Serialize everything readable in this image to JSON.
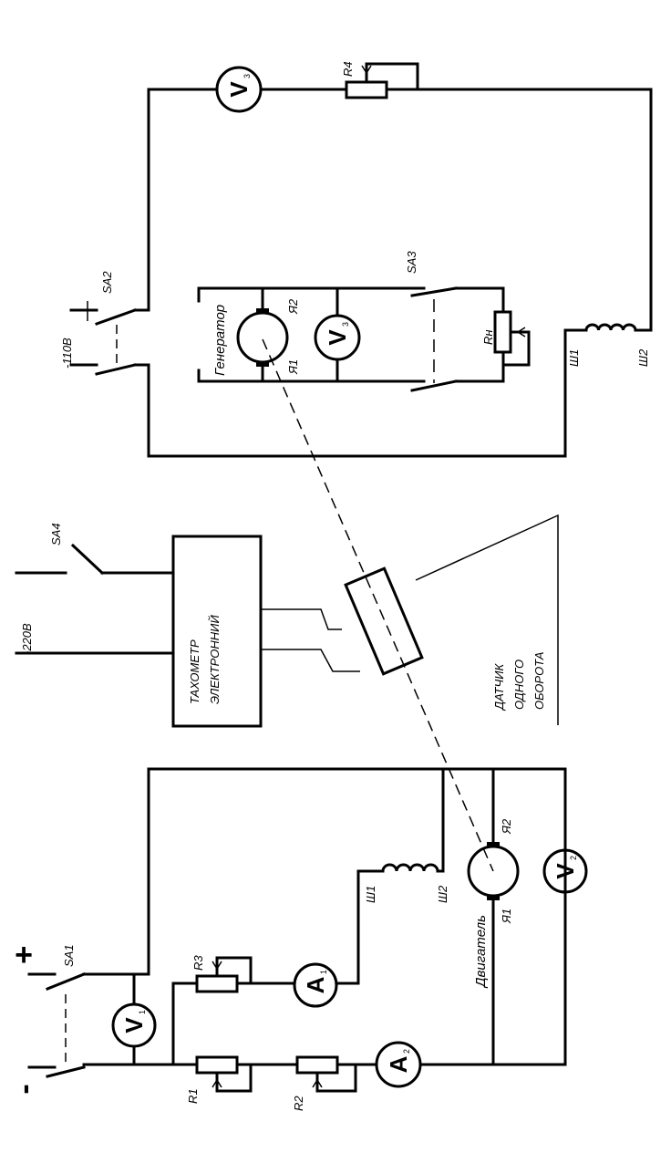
{
  "motor_circuit": {
    "plus_sign": "+",
    "minus_sign": "-",
    "switch": "SA1",
    "voltmeter_v1": {
      "symbol": "V",
      "index": "1"
    },
    "ammeter_a1": {
      "symbol": "A",
      "index": "1"
    },
    "ammeter_a2": {
      "symbol": "A",
      "index": "2"
    },
    "voltmeter_v2": {
      "symbol": "V",
      "index": "2"
    },
    "resistor_r1": "R1",
    "resistor_r2": "R2",
    "resistor_r3": "R3",
    "field_w1": "Ш1",
    "field_w2": "Ш2",
    "motor_label": "Двигатель",
    "armature_y1": "Я1",
    "armature_y2": "Я2"
  },
  "tachometer": {
    "supply_label": "-220В",
    "switch": "SA4",
    "line1": "ТАХОМЕТР",
    "line2": "ЭЛЕКТРОННИЙ"
  },
  "sensor": {
    "line1": "ДАТЧИК",
    "line2": "ОДНОГО",
    "line3": "ОБОРОТА"
  },
  "generator_circuit": {
    "supply_label": "-110В",
    "switch_main": "SA2",
    "switch_load": "SA3",
    "generator_label": "Генератор",
    "armature_y1": "Я1",
    "armature_y2": "Я2",
    "voltmeter_gen": {
      "symbol": "V",
      "index": "3"
    },
    "voltmeter_top": {
      "symbol": "V",
      "index": "3"
    },
    "resistor_r4": "R4",
    "load_label": "Rн",
    "field_w1": "Ш1",
    "field_w2": "Ш2"
  }
}
